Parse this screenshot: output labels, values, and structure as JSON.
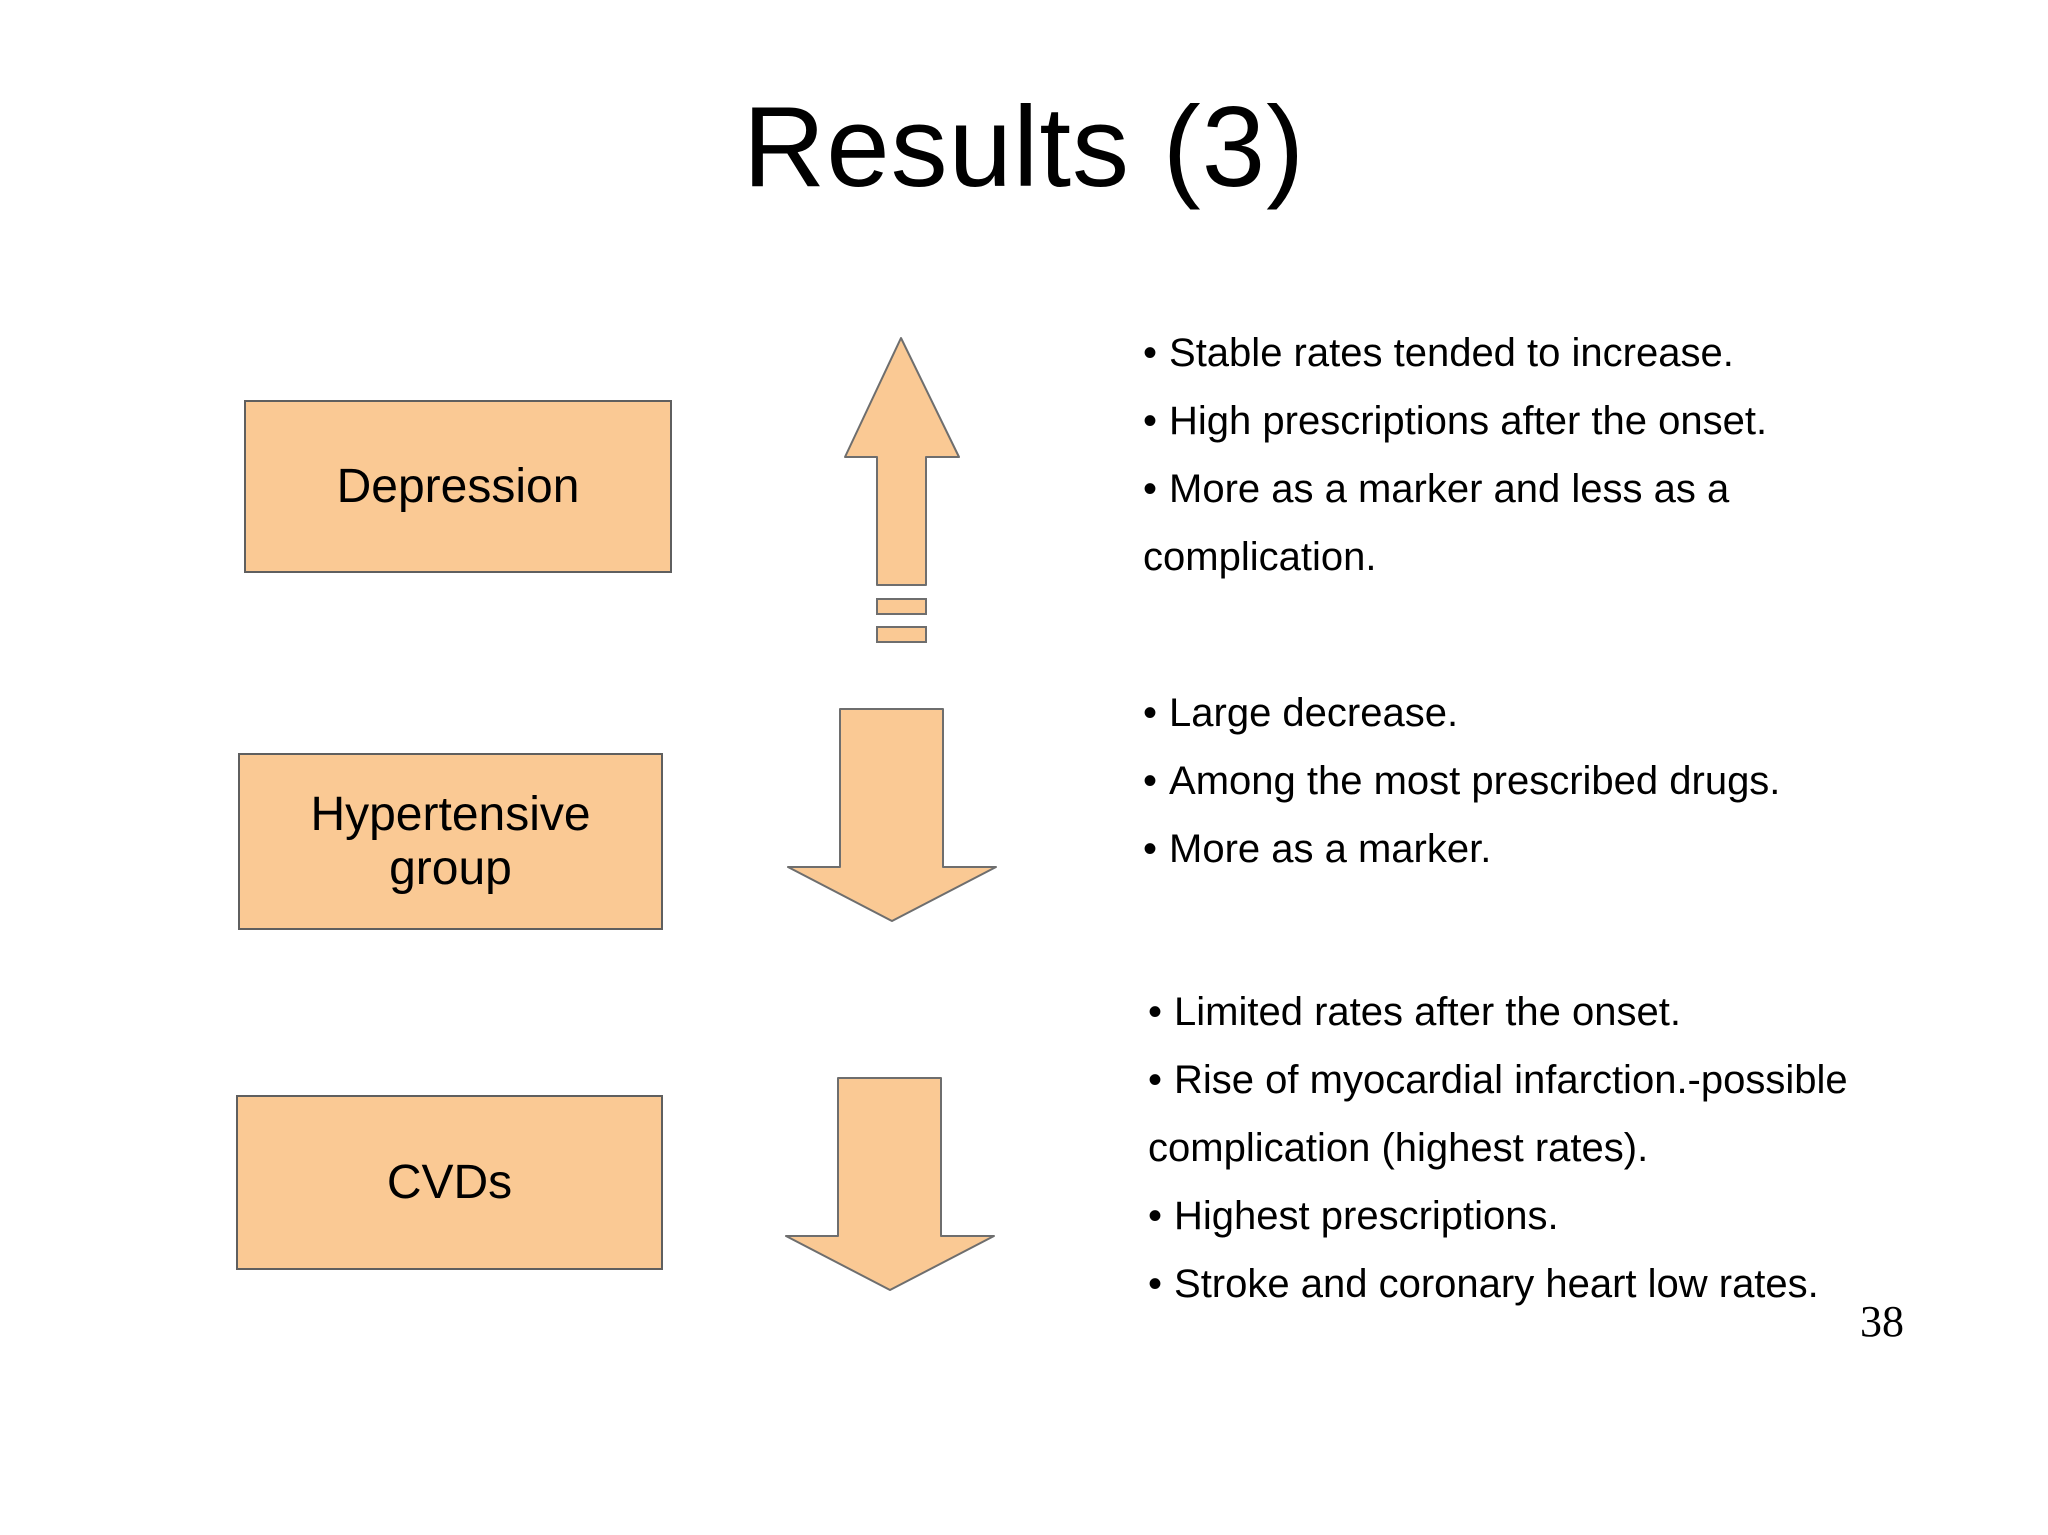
{
  "slide": {
    "title": "Results (3)",
    "page_number": "38",
    "colors": {
      "background": "#FFFFFF",
      "shape_fill": "#FAC994",
      "shape_border": "#5F5F5F",
      "text": "#000000"
    },
    "groups": [
      {
        "box_label": "Depression",
        "icon": "striped-up-arrow-icon",
        "arrow_direction": "up",
        "lines": [
          {
            "marker": "•",
            "text": "Stable rates tended to increase."
          },
          {
            "marker": "•",
            "text": "High prescriptions after the onset."
          },
          {
            "marker": "•",
            "text": "More as a marker and less as a"
          },
          {
            "marker": "",
            "text": "complication."
          }
        ]
      },
      {
        "box_label": "Hypertensive group",
        "icon": "down-arrow-icon",
        "arrow_direction": "down",
        "lines": [
          {
            "marker": "•",
            "text": "Large decrease."
          },
          {
            "marker": "•",
            "text": "Among the most prescribed drugs."
          },
          {
            "marker": "•",
            "text": "More as a marker."
          }
        ]
      },
      {
        "box_label": "CVDs",
        "icon": "down-arrow-icon",
        "arrow_direction": "down",
        "lines": [
          {
            "marker": "•",
            "text": "Limited rates after the onset."
          },
          {
            "marker": "•",
            "text": "Rise of myocardial infarction.-possible"
          },
          {
            "marker": "",
            "text": "complication (highest rates)."
          },
          {
            "marker": "•",
            "text": "Highest prescriptions."
          },
          {
            "marker": "•",
            "text": "Stroke and coronary heart low rates."
          }
        ]
      }
    ]
  }
}
